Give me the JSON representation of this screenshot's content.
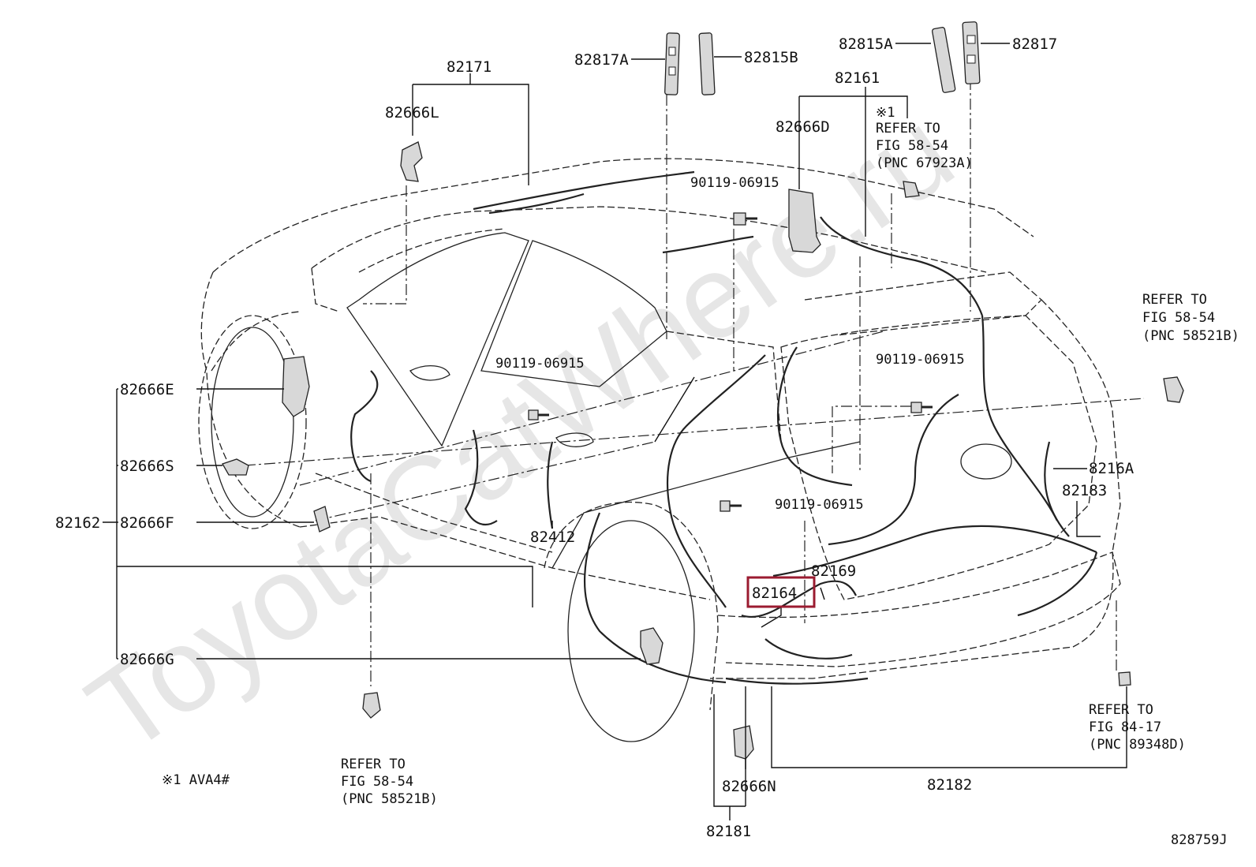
{
  "diagram": {
    "watermark": "ToyotaCatWhere.ru",
    "figure_code": "828759J",
    "footnote": "※1 AVA4#",
    "highlight_color": "#9b1b30",
    "labels": {
      "p82171": "82171",
      "p82666L": "82666L",
      "p82817A": "82817A",
      "p82815B": "82815B",
      "p82815A": "82815A",
      "p82817": "82817",
      "p82161": "82161",
      "note1_mark": "※1",
      "note1_l1": "REFER TO",
      "note1_l2": "FIG 58-54",
      "note1_l3": "(PNC 67923A)",
      "p82666D": "82666D",
      "bolt_a": "90119-06915",
      "bolt_b": "90119-06915",
      "bolt_c": "90119-06915",
      "bolt_d": "90119-06915",
      "refr_l1": "REFER TO",
      "refr_l2": "FIG 58-54",
      "refr_l3": "(PNC 58521B)",
      "p82666E": "82666E",
      "p82666S": "82666S",
      "p82162": "82162",
      "p82666F": "82666F",
      "p82412": "82412",
      "p8216A": "8216A",
      "p82183": "82183",
      "p82169": "82169",
      "p82164": "82164",
      "p82666G": "82666G",
      "refb_l1": "REFER TO",
      "refb_l2": "FIG 58-54",
      "refb_l3": "(PNC 58521B)",
      "refc_l1": "REFER TO",
      "refc_l2": "FIG 84-17",
      "refc_l3": "(PNC 89348D)",
      "p82666N": "82666N",
      "p82182": "82182",
      "p82181": "82181"
    }
  }
}
